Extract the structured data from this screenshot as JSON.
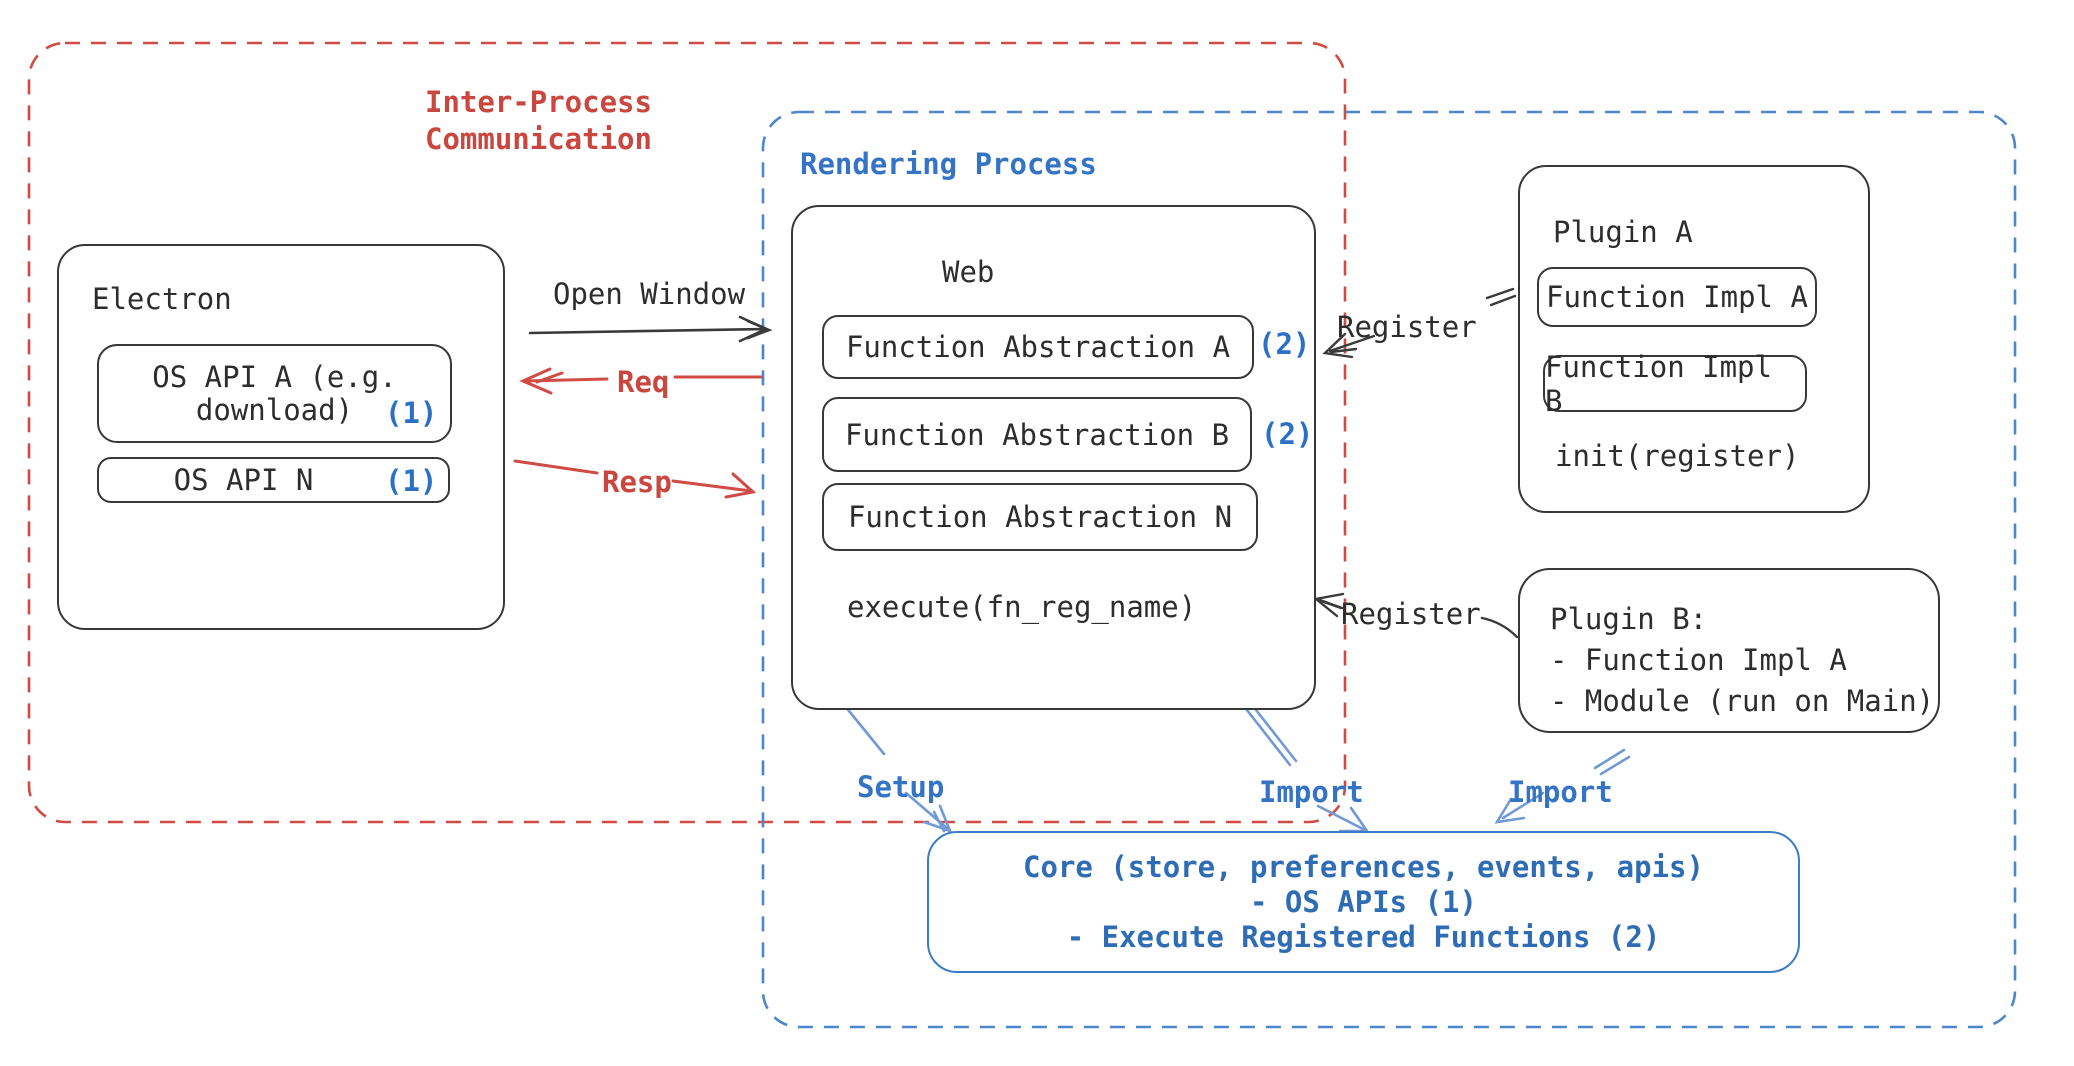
{
  "regions": {
    "ipc_line1": "Inter-Process",
    "ipc_line2": "Communication",
    "rendering": "Rendering Process"
  },
  "electron": {
    "title": "Electron",
    "api_a_line1": "OS API A (e.g.",
    "api_a_line2": "download)",
    "api_a_badge": "(1)",
    "api_n": "OS API N",
    "api_n_badge": "(1)"
  },
  "web": {
    "title": "Web",
    "fa_a": "Function Abstraction A",
    "fa_a_badge": "(2)",
    "fa_b": "Function Abstraction B",
    "fa_b_badge": "(2)",
    "fa_n": "Function Abstraction N",
    "execute": "execute(fn_reg_name)"
  },
  "plugin_a": {
    "title": "Plugin A",
    "impl_a": "Function Impl A",
    "impl_b": "Function Impl B",
    "init": "init(register)"
  },
  "plugin_b": {
    "line1": "Plugin B:",
    "line2": "- Function Impl A",
    "line3": "- Module (run on Main)"
  },
  "core": {
    "line1": "Core (store, preferences, events, apis)",
    "line2": "- OS APIs (1)",
    "line3": "- Execute Registered Functions (2)"
  },
  "arrows": {
    "open_window": "Open Window",
    "req": "Req",
    "resp": "Resp",
    "register_a": "Register",
    "register_b": "Register",
    "setup": "Setup",
    "import_web": "Import",
    "import_plugin": "Import"
  },
  "colors": {
    "red": "#c9473f",
    "blue_dash": "#4c86cb",
    "blue_label": "#3574c4",
    "blue_badge": "#2b70c4",
    "blue_arrow": "#7199d3",
    "ink": "#383838"
  }
}
